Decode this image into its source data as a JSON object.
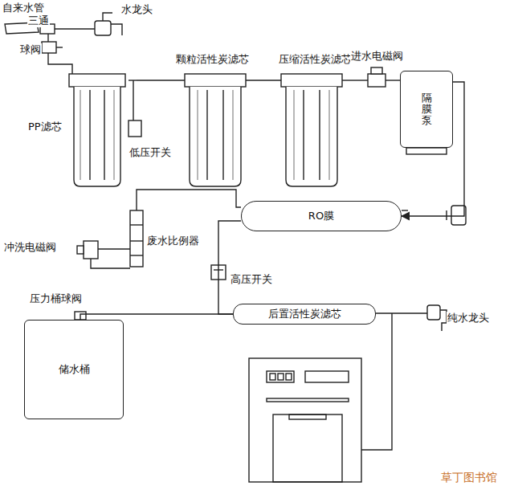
{
  "diagram": {
    "nodes": [
      {
        "text": [
          "隔膜泵"
        ]
      },
      {
        "text": [
          "RO膜"
        ]
      },
      {
        "text": [
          "后置活性炭滤芯"
        ]
      },
      {
        "text": [
          "储水桶"
        ]
      }
    ],
    "edges": [
      {
        "from": 0,
        "to": 1,
        "arrow": "to"
      },
      {
        "from": 1,
        "to": 2,
        "arrow": "none"
      },
      {
        "from": 3,
        "to": 2,
        "arrow": "none"
      }
    ],
    "labels": [
      "自来水管",
      "三通",
      "水龙头",
      "球阀",
      "PP滤芯",
      "低压开关",
      "颗粒活性炭滤芯",
      "压缩活性炭滤芯",
      "进水电磁阀",
      "冲洗电磁阀",
      "废水比例器",
      "高压开关",
      "压力桶球阀",
      "纯水龙头",
      "草丁图书馆"
    ]
  }
}
